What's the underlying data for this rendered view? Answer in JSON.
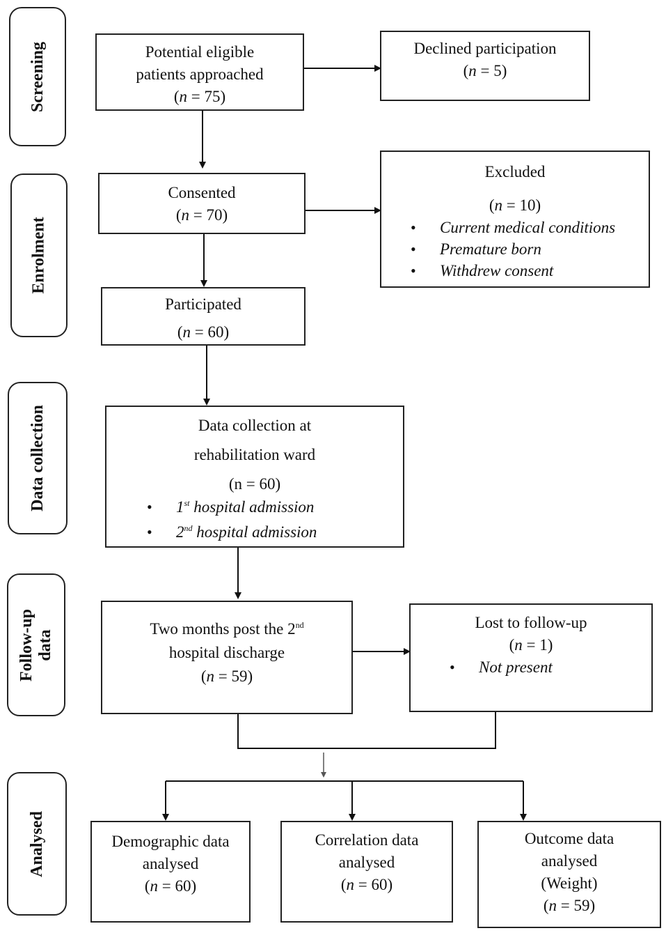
{
  "stages": {
    "screening": "Screening",
    "enrolment": "Enrolment",
    "data_collection": "Data collection",
    "follow_up_line1": "Follow-up",
    "follow_up_line2": "data",
    "analysed": "Analysed"
  },
  "boxes": {
    "approached": {
      "line1": "Potential eligible",
      "line2": "patients approached",
      "n_prefix": "(",
      "n_var": "n",
      "n_rest": " = 75)"
    },
    "declined": {
      "line1": "Declined participation",
      "n_prefix": "(",
      "n_var": "n",
      "n_rest": " = 5)"
    },
    "consented": {
      "line1": "Consented",
      "n_prefix": "(",
      "n_var": "n",
      "n_rest": " = 70)"
    },
    "excluded": {
      "line1": "Excluded",
      "n_prefix": "(",
      "n_var": "n",
      "n_rest": " = 10)",
      "bullets": [
        "Current medical conditions",
        "Premature born",
        "Withdrew consent"
      ]
    },
    "participated": {
      "line1": "Participated",
      "n_prefix": "(",
      "n_var": "n",
      "n_rest": " = 60)"
    },
    "data_collection": {
      "line1": "Data collection at",
      "line2": "rehabilitation ward",
      "n_text": "(n = 60)",
      "bullet1_num": "1",
      "bullet1_sup": "st",
      "bullet1_rest": " hospital admission",
      "bullet2_num": "2",
      "bullet2_sup": "nd",
      "bullet2_rest": " hospital admission"
    },
    "follow_up": {
      "line1_pre": "Two months post the 2",
      "line1_sup": "nd",
      "line2": "hospital discharge",
      "n_prefix": "(",
      "n_var": "n",
      "n_rest": " = 59)"
    },
    "lost": {
      "line1": "Lost to follow-up",
      "n_prefix": "(",
      "n_var": "n",
      "n_rest": " = 1)",
      "bullet": "Not present"
    },
    "demographic": {
      "line1": "Demographic data",
      "line2": "analysed",
      "n_prefix": "(",
      "n_var": "n",
      "n_rest": " = 60)"
    },
    "correlation": {
      "line1": "Correlation data",
      "line2": "analysed",
      "n_prefix": "(",
      "n_var": "n",
      "n_rest": " = 60)"
    },
    "outcome": {
      "line1": "Outcome data",
      "line2": "analysed",
      "line3": "(Weight)",
      "n_prefix": "(",
      "n_var": "n",
      "n_rest": " = 59)"
    }
  }
}
